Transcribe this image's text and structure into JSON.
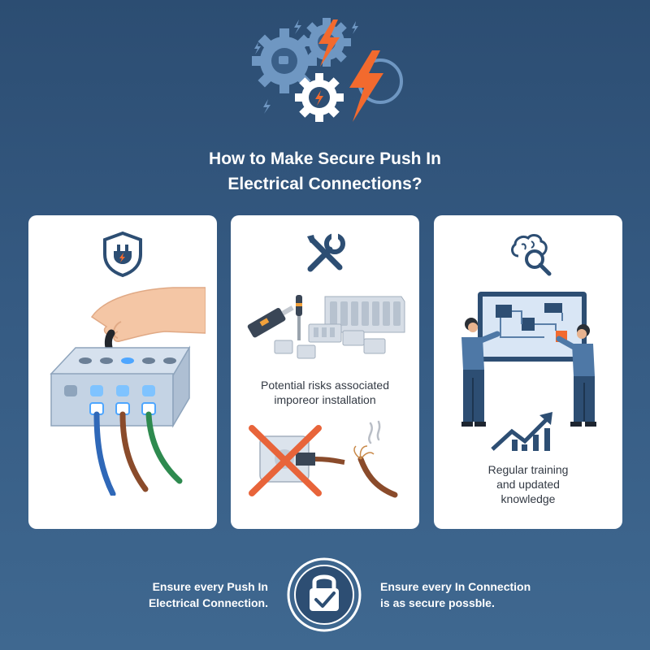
{
  "title_line1": "How to Make Secure Push In",
  "title_line2": "Electrical Connections?",
  "cards": [
    {
      "icon": "shield-plug-icon",
      "caption": ""
    },
    {
      "icon": "tools-icon",
      "caption_line1": "Potential risks associated",
      "caption_line2": "imporeor installation"
    },
    {
      "icon": "brain-search-icon",
      "caption_line1": "Regular training",
      "caption_line2": "and updated",
      "caption_line3": "knowledge"
    }
  ],
  "footer": {
    "left_line1": "Ensure every Push In",
    "left_line2": "Electrical Connection.",
    "right_line1": "Ensure every In Connection",
    "right_line2": "is as secure possble.",
    "badge_icon": "padlock-check-icon"
  },
  "colors": {
    "background_top": "#2c4d72",
    "background_bottom": "#3f6890",
    "accent_orange": "#f26a2e",
    "icon_navy": "#2d4e73",
    "gear_light": "#6f97c2",
    "card_bg": "#ffffff"
  }
}
